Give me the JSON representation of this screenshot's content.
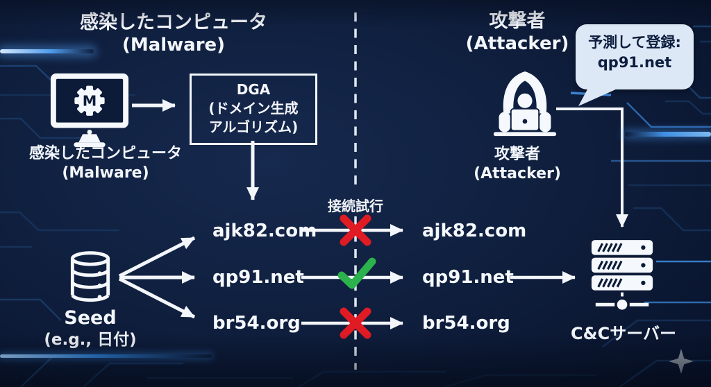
{
  "infected": {
    "title": "感染したコンピュータ",
    "subtitle": "(Malware)",
    "label": "感染したコンピュータ",
    "label_sub": "(Malware)"
  },
  "dga": {
    "line1": "DGA",
    "line2": "(ドメイン生成",
    "line3": "アルゴリズム)"
  },
  "seed": {
    "label": "Seed",
    "sub": "(e.g., 日付)"
  },
  "generated_domains": [
    "ajk82.com",
    "qp91.net",
    "br54.org"
  ],
  "connection": {
    "label": "接続試行",
    "results": [
      "fail",
      "success",
      "fail"
    ]
  },
  "attacker": {
    "title": "攻撃者",
    "subtitle": "(Attacker)",
    "label": "攻撃者",
    "label_sub": "(Attacker)",
    "bubble_line1": "予測して登録:",
    "bubble_line2": "qp91.net"
  },
  "resolved_domains": [
    "ajk82.com",
    "qp91.net",
    "br54.org"
  ],
  "server": {
    "label": "C&Cサーバー"
  },
  "colors": {
    "fail_x": "#e01b24",
    "success_check": "#2bb24c",
    "accent_beam": "#3f8ee2",
    "bubble_bg": "#dde8f7",
    "bubble_text": "#0c1d3d",
    "text": "#f3f6fb",
    "background": "#0e1d3b"
  }
}
